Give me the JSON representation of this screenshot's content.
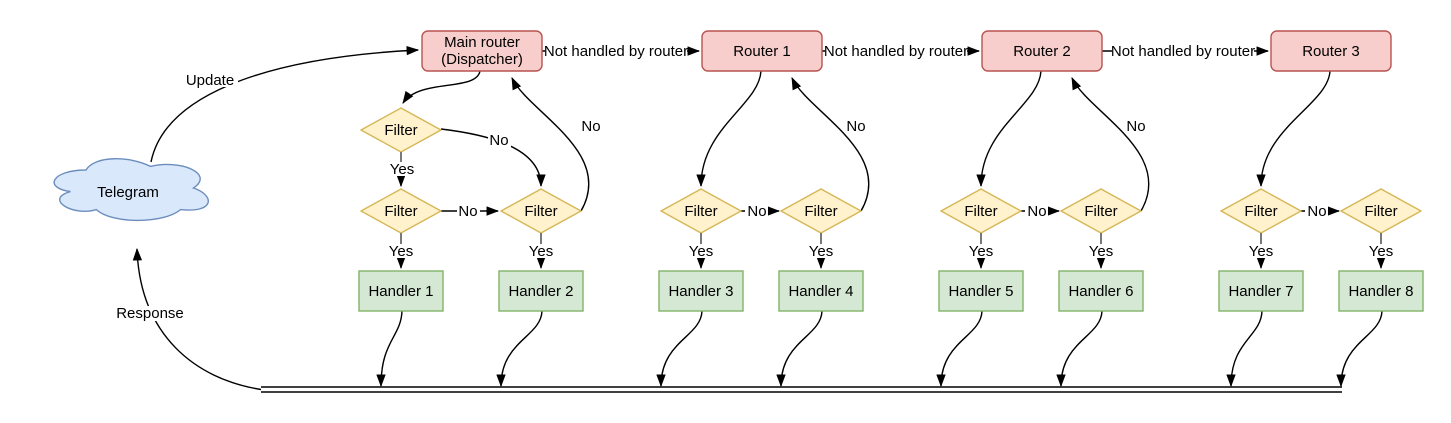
{
  "nodes": {
    "telegram": "Telegram",
    "dispatcher_line1": "Main router",
    "dispatcher_line2": "(Dispatcher)",
    "router1": "Router 1",
    "router2": "Router 2",
    "router3": "Router 3",
    "filter": "Filter",
    "handlers": [
      "Handler 1",
      "Handler 2",
      "Handler 3",
      "Handler 4",
      "Handler 5",
      "Handler 6",
      "Handler 7",
      "Handler 8"
    ]
  },
  "edge_labels": {
    "update": "Update",
    "response": "Response",
    "not_handled": "Not handled by router",
    "yes": "Yes",
    "no": "No"
  },
  "colors": {
    "router_fill": "#f8cecc",
    "router_stroke": "#b85450",
    "filter_fill": "#fff2cc",
    "filter_stroke": "#d6b656",
    "handler_fill": "#d5e8d4",
    "handler_stroke": "#82b366",
    "cloud_fill": "#dae8fc",
    "cloud_stroke": "#6c8ebf",
    "edge": "#000000",
    "yes_stub": "#7a7a7a",
    "label_bg": "#ffffff"
  }
}
